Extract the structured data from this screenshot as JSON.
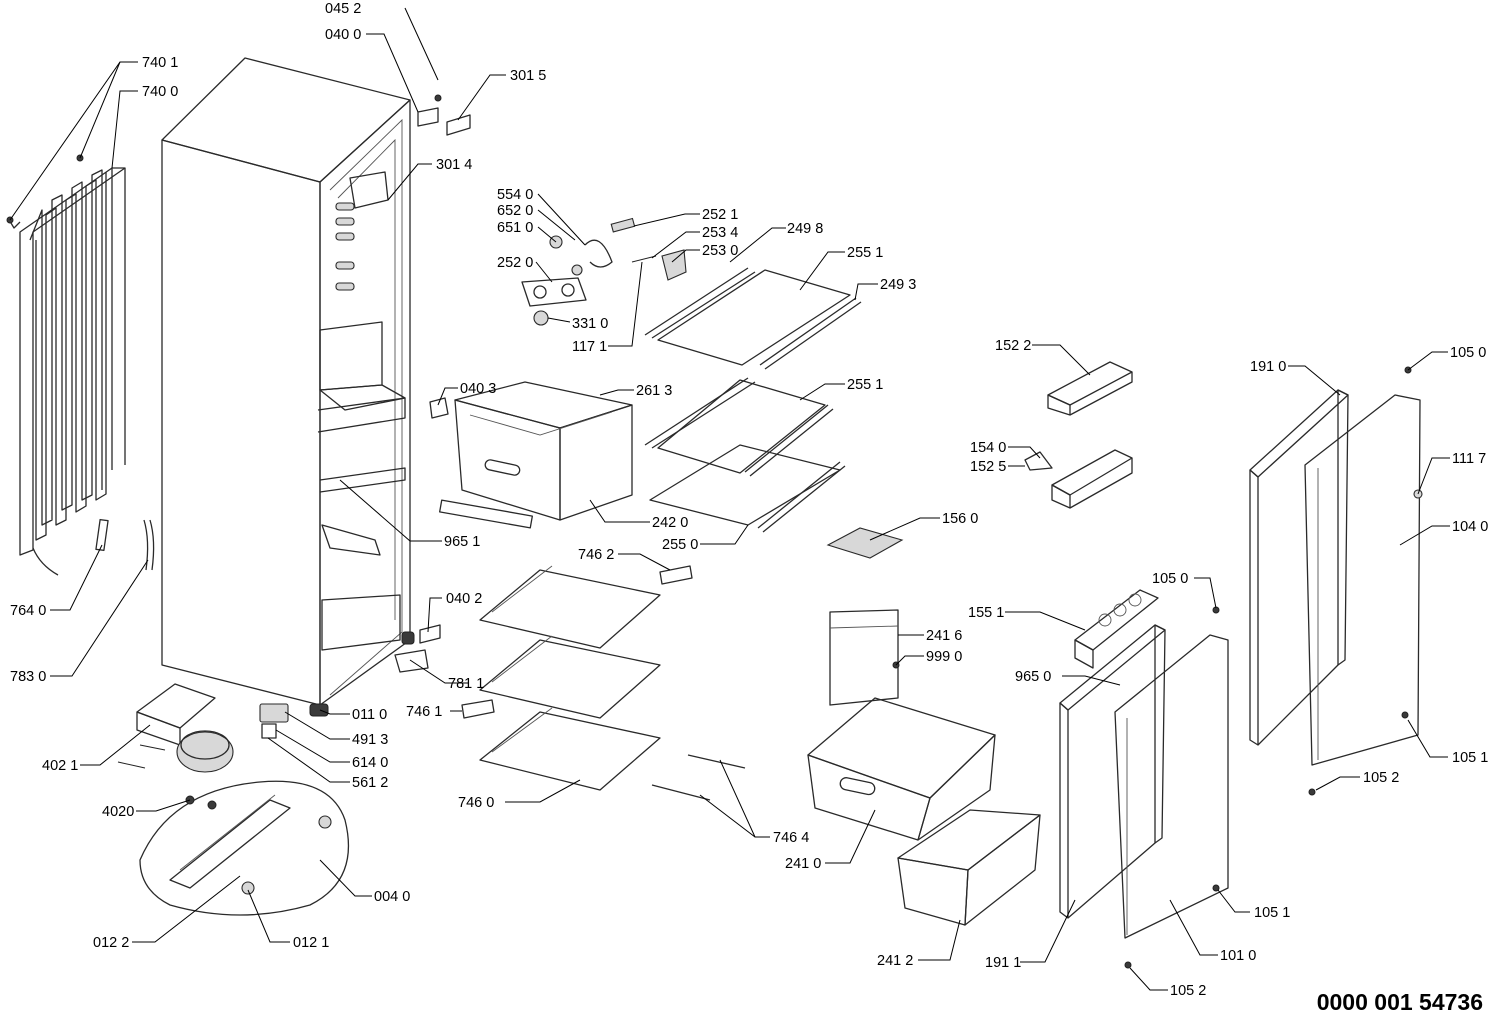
{
  "diagram": {
    "type": "exploded-parts-view",
    "document_code": "0000 001 54736",
    "parts": [
      {
        "id": "p0452",
        "label": "045 2"
      },
      {
        "id": "p0400",
        "label": "040 0"
      },
      {
        "id": "p3015",
        "label": "301 5"
      },
      {
        "id": "p7401",
        "label": "740 1"
      },
      {
        "id": "p7400",
        "label": "740 0"
      },
      {
        "id": "p3014",
        "label": "301 4"
      },
      {
        "id": "p5540",
        "label": "554 0"
      },
      {
        "id": "p6520",
        "label": "652 0"
      },
      {
        "id": "p6510",
        "label": "651 0"
      },
      {
        "id": "p2520",
        "label": "252 0"
      },
      {
        "id": "p3310",
        "label": "331 0"
      },
      {
        "id": "p1171",
        "label": "117 1"
      },
      {
        "id": "p2521",
        "label": "252 1"
      },
      {
        "id": "p2534",
        "label": "253 4"
      },
      {
        "id": "p2530",
        "label": "253 0"
      },
      {
        "id": "p2498",
        "label": "249 8"
      },
      {
        "id": "p2551a",
        "label": "255 1"
      },
      {
        "id": "p2493",
        "label": "249 3"
      },
      {
        "id": "p0403",
        "label": "040 3"
      },
      {
        "id": "p2613",
        "label": "261 3"
      },
      {
        "id": "p2551b",
        "label": "255 1"
      },
      {
        "id": "p2420",
        "label": "242 0"
      },
      {
        "id": "p2550",
        "label": "255 0"
      },
      {
        "id": "p9651",
        "label": "965 1"
      },
      {
        "id": "p1522",
        "label": "152 2"
      },
      {
        "id": "p1540",
        "label": "154 0"
      },
      {
        "id": "p1525",
        "label": "152 5"
      },
      {
        "id": "p1910",
        "label": "191 0"
      },
      {
        "id": "p1050a",
        "label": "105 0"
      },
      {
        "id": "p1117",
        "label": "111 7"
      },
      {
        "id": "p1040",
        "label": "104 0"
      },
      {
        "id": "p1560",
        "label": "156 0"
      },
      {
        "id": "p7462",
        "label": "746 2"
      },
      {
        "id": "p0402",
        "label": "040 2"
      },
      {
        "id": "p7640",
        "label": "764 0"
      },
      {
        "id": "p7830",
        "label": "783 0"
      },
      {
        "id": "p7811",
        "label": "781 1"
      },
      {
        "id": "p7461",
        "label": "746 1"
      },
      {
        "id": "p0110",
        "label": "011 0"
      },
      {
        "id": "p4913",
        "label": "491 3"
      },
      {
        "id": "p6140",
        "label": "614 0"
      },
      {
        "id": "p5612",
        "label": "561 2"
      },
      {
        "id": "p4021",
        "label": "402 1"
      },
      {
        "id": "p4020",
        "label": "4020"
      },
      {
        "id": "p7460",
        "label": "746 0"
      },
      {
        "id": "p7464",
        "label": "746 4"
      },
      {
        "id": "p2416",
        "label": "241 6"
      },
      {
        "id": "p9990",
        "label": "999 0"
      },
      {
        "id": "p1551",
        "label": "155 1"
      },
      {
        "id": "p1050b",
        "label": "105 0"
      },
      {
        "id": "p9650",
        "label": "965 0"
      },
      {
        "id": "p1051a",
        "label": "105 1"
      },
      {
        "id": "p1052a",
        "label": "105 2"
      },
      {
        "id": "p2410",
        "label": "241 0"
      },
      {
        "id": "p0040",
        "label": "004 0"
      },
      {
        "id": "p0122",
        "label": "012 2"
      },
      {
        "id": "p0121",
        "label": "012 1"
      },
      {
        "id": "p1051b",
        "label": "105 1"
      },
      {
        "id": "p2412",
        "label": "241 2"
      },
      {
        "id": "p1911",
        "label": "191 1"
      },
      {
        "id": "p1010",
        "label": "101 0"
      },
      {
        "id": "p1052b",
        "label": "105 2"
      }
    ]
  }
}
